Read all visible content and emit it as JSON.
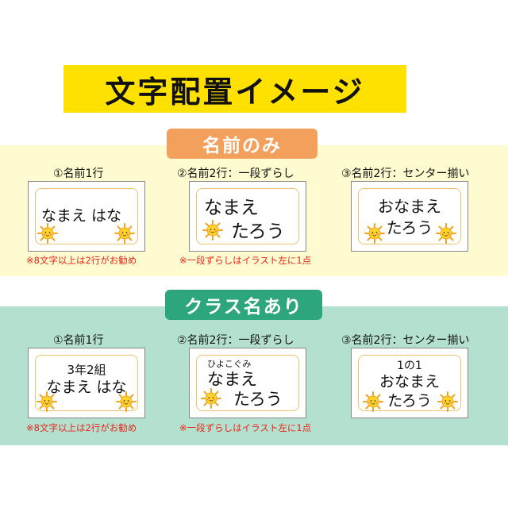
{
  "title": "文字配置イメージ",
  "section1": {
    "badge": "名前のみ",
    "items": [
      {
        "caption": "①名前1行",
        "line1": "なまえ はな",
        "note": "※8文字以上は2行がお勧め"
      },
      {
        "caption": "②名前2行：一段ずらし",
        "line1": "なまえ",
        "line2": "たろう",
        "note": "※一段ずらしはイラスト左に1点"
      },
      {
        "caption": "③名前2行：センター揃い",
        "line1": "おなまえ",
        "line2": "たろう"
      }
    ]
  },
  "section2": {
    "badge": "クラス名あり",
    "items": [
      {
        "caption": "①名前1行",
        "class_name": "3年2組",
        "line1": "なまえ はな",
        "note": "※8文字以上は2行がお勧め"
      },
      {
        "caption": "②名前2行：一段ずらし",
        "class_name": "ひよこぐみ",
        "line1": "なまえ",
        "line2": "たろう",
        "note": "※一段ずらしはイラスト左に1点"
      },
      {
        "caption": "③名前2行：センター揃い",
        "class_name": "1の1",
        "line1": "おなまえ",
        "line2": "たろう"
      }
    ]
  },
  "colors": {
    "banner": "#ffe100",
    "badge1": "#f2a05c",
    "badge2": "#2ea67d",
    "note": "#e8251a",
    "band1": "#fdfbcf",
    "band2": "#b4e1cf"
  },
  "icons": [
    "sun-illustration"
  ]
}
